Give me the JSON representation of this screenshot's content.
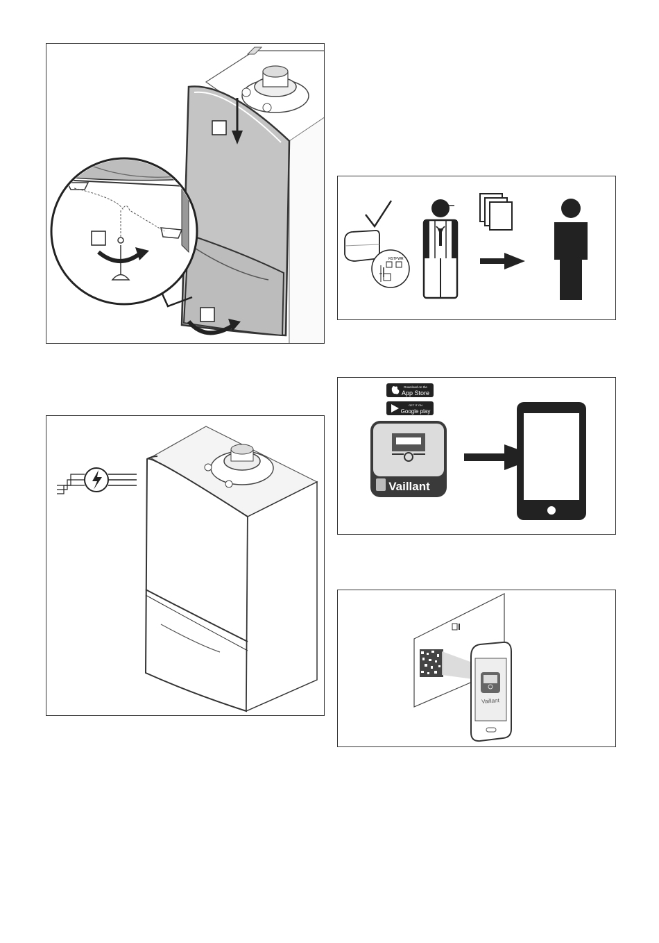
{
  "figures": {
    "cover_mounting": {
      "step_labels": [
        "",
        "",
        ""
      ]
    },
    "electrical": {},
    "handover": {
      "control_labels": [
        "RST",
        "PWR"
      ]
    },
    "app_download": {
      "app_store_small": "Download on the",
      "app_store_big": "App Store",
      "google_small": "GET IT ON",
      "google_big": "Google play",
      "brand": "Vaillant"
    },
    "qr_scan": {
      "brand": "Vaillant"
    }
  }
}
